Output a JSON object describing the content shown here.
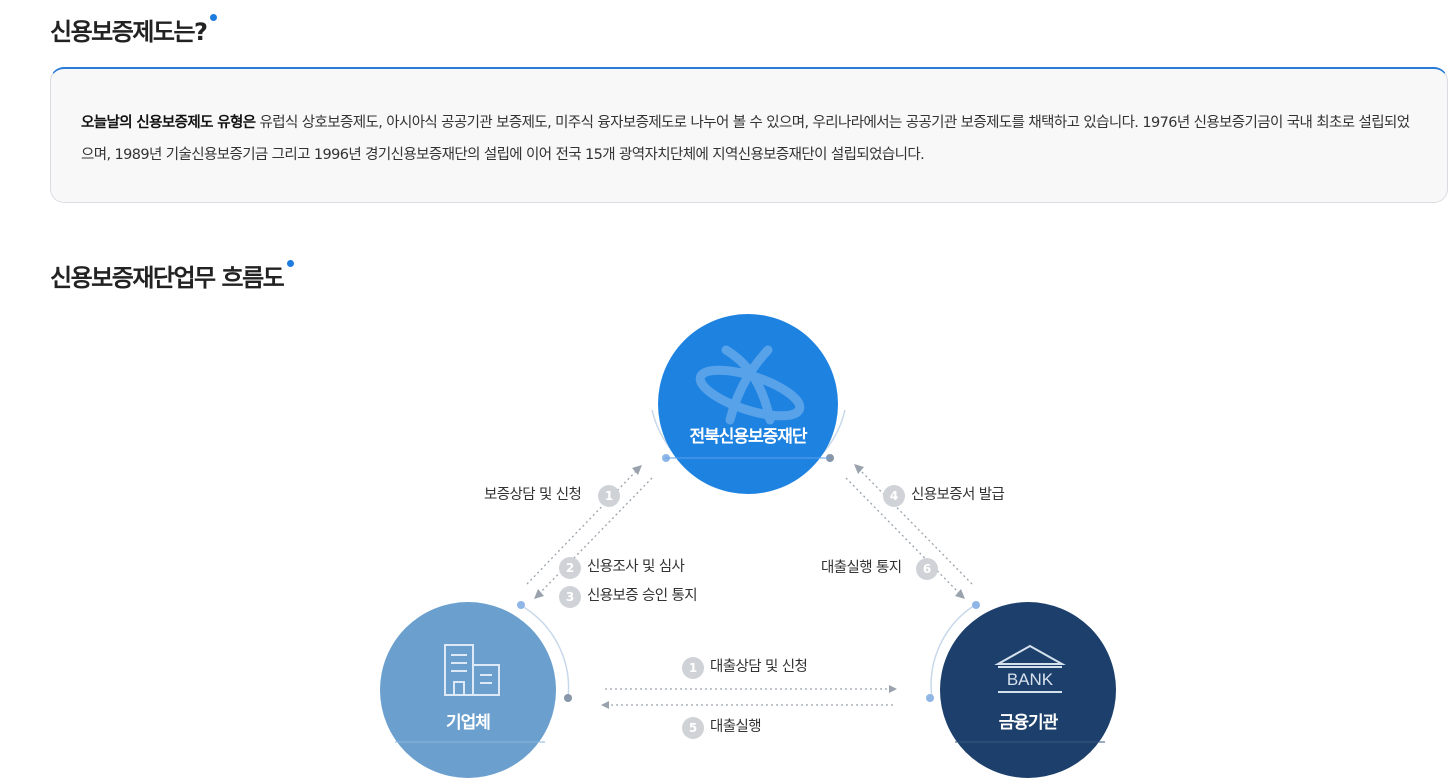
{
  "section1": {
    "title": "신용보증제도는?",
    "intro_bold": "오늘날의 신용보증제도 유형은",
    "intro_text": " 유럽식 상호보증제도, 아시아식 공공기관 보증제도, 미주식 융자보증제도로 나누어 볼 수 있으며, 우리나라에서는 공공기관 보증제도를 채택하고 있습니다. 1976년 신용보증기금이 국내 최초로 설립되었으며, 1989년 기술신용보증기금 그리고 1996년 경기신용보증재단의 설립에 이어 전국 15개 광역자치단체에 지역신용보증재단이 설립되었습니다."
  },
  "section2": {
    "title": "신용보증재단업무 흐름도"
  },
  "flow": {
    "nodes": {
      "foundation": {
        "label": "전북신용보증재단",
        "color": "#1e82e0"
      },
      "company": {
        "label": "기업체",
        "color": "#6a9fce"
      },
      "bank": {
        "label": "금융기관",
        "sublabel": "BANK",
        "color": "#1c3f6b"
      }
    },
    "steps": [
      {
        "num": "1",
        "label": "보증상담 및 신청"
      },
      {
        "num": "2",
        "label": "신용조사 및 심사"
      },
      {
        "num": "3",
        "label": "신용보증 승인 통지"
      },
      {
        "num": "4",
        "label": "신용보증서 발급"
      },
      {
        "num": "6",
        "label": "대출실행 통지"
      },
      {
        "num": "1",
        "label": "대출상담 및 신청"
      },
      {
        "num": "5",
        "label": "대출실행"
      }
    ]
  }
}
